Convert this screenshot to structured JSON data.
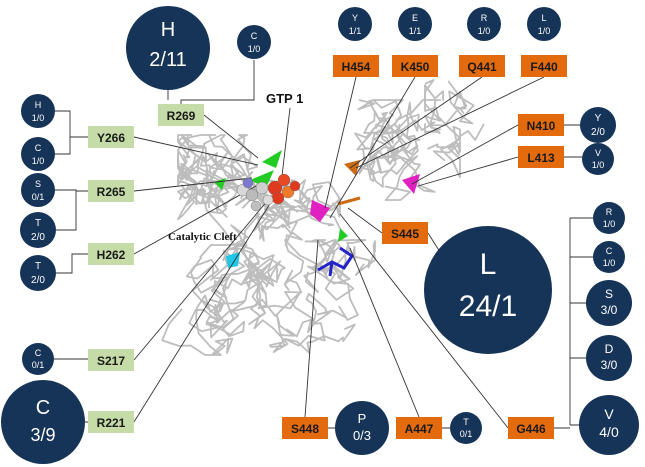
{
  "labels": {
    "gtp": "GTP 1",
    "cleft": "Catalytic Cleft"
  },
  "colors": {
    "circle": "#163457",
    "box_green": "#c6dca8",
    "box_orange": "#e36b0e",
    "protein": "#bdbdbd",
    "ligand_blue": "#2323c8",
    "highlight_green": "#22cc22",
    "highlight_magenta": "#e020c0",
    "highlight_cyan": "#20c8e6",
    "highlight_orange": "#cc6a14"
  },
  "residues": [
    {
      "id": "r269",
      "label": "R269",
      "color": "green"
    },
    {
      "id": "y266",
      "label": "Y266",
      "color": "green"
    },
    {
      "id": "r265",
      "label": "R265",
      "color": "green"
    },
    {
      "id": "h262",
      "label": "H262",
      "color": "green"
    },
    {
      "id": "s217",
      "label": "S217",
      "color": "green"
    },
    {
      "id": "r221",
      "label": "R221",
      "color": "green"
    },
    {
      "id": "h454",
      "label": "H454",
      "color": "orange"
    },
    {
      "id": "k450",
      "label": "K450",
      "color": "orange"
    },
    {
      "id": "q441",
      "label": "Q441",
      "color": "orange"
    },
    {
      "id": "f440",
      "label": "F440",
      "color": "orange"
    },
    {
      "id": "n410",
      "label": "N410",
      "color": "orange"
    },
    {
      "id": "l413",
      "label": "L413",
      "color": "orange"
    },
    {
      "id": "s445",
      "label": "S445",
      "color": "orange"
    },
    {
      "id": "s448",
      "label": "S448",
      "color": "orange"
    },
    {
      "id": "a447",
      "label": "A447",
      "color": "orange"
    },
    {
      "id": "g446",
      "label": "G446",
      "color": "orange"
    }
  ],
  "mutations": [
    {
      "id": "h-big",
      "aa": "H",
      "count": "2/11"
    },
    {
      "id": "c-269",
      "aa": "C",
      "count": "1/0"
    },
    {
      "id": "h-266",
      "aa": "H",
      "count": "1/0"
    },
    {
      "id": "c-266",
      "aa": "C",
      "count": "1/0"
    },
    {
      "id": "s-265",
      "aa": "S",
      "count": "0/1"
    },
    {
      "id": "t-265",
      "aa": "T",
      "count": "2/0"
    },
    {
      "id": "t-262",
      "aa": "T",
      "count": "2/0"
    },
    {
      "id": "c-217",
      "aa": "C",
      "count": "0/1"
    },
    {
      "id": "c-big",
      "aa": "C",
      "count": "3/9"
    },
    {
      "id": "y-454",
      "aa": "Y",
      "count": "1/1"
    },
    {
      "id": "e-450",
      "aa": "E",
      "count": "1/1"
    },
    {
      "id": "r-441",
      "aa": "R",
      "count": "1/0"
    },
    {
      "id": "l-440",
      "aa": "L",
      "count": "1/0"
    },
    {
      "id": "y-410",
      "aa": "Y",
      "count": "2/0"
    },
    {
      "id": "v-413",
      "aa": "V",
      "count": "1/0"
    },
    {
      "id": "l-big",
      "aa": "L",
      "count": "24/1"
    },
    {
      "id": "r-446",
      "aa": "R",
      "count": "1/0"
    },
    {
      "id": "c-446",
      "aa": "C",
      "count": "1/0"
    },
    {
      "id": "s-446",
      "aa": "S",
      "count": "3/0"
    },
    {
      "id": "d-446",
      "aa": "D",
      "count": "3/0"
    },
    {
      "id": "v-446",
      "aa": "V",
      "count": "4/0"
    },
    {
      "id": "p-448",
      "aa": "P",
      "count": "0/3"
    },
    {
      "id": "t-447",
      "aa": "T",
      "count": "0/1"
    }
  ]
}
